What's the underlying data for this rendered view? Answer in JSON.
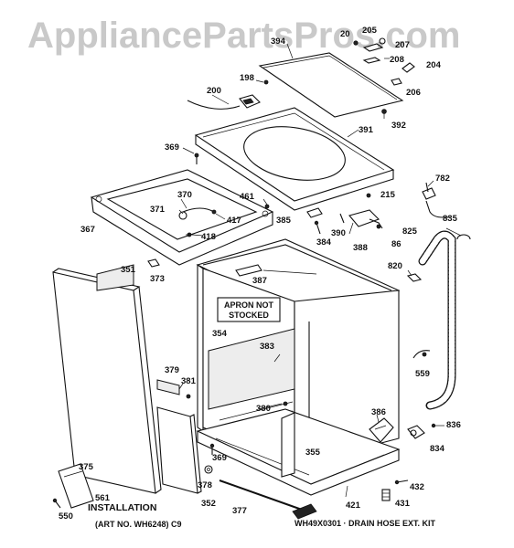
{
  "watermark": "AppliancePartsPros.com",
  "labels": {
    "l394": "394",
    "l20": "20",
    "l205": "205",
    "l207": "207",
    "l208": "208",
    "l204": "204",
    "l206": "206",
    "l198": "198",
    "l200": "200",
    "l392": "392",
    "l391": "391",
    "l369a": "369",
    "l782": "782",
    "l461": "461",
    "l215": "215",
    "l370": "370",
    "l371": "371",
    "l417": "417",
    "l385": "385",
    "l835": "835",
    "l367": "367",
    "l418": "418",
    "l390": "390",
    "l384": "384",
    "l388": "388",
    "l86": "86",
    "l825": "825",
    "l351": "351",
    "l373": "373",
    "l387": "387",
    "l820": "820",
    "l354": "354",
    "l383": "383",
    "l559": "559",
    "l379": "379",
    "l381": "381",
    "l380": "380",
    "l386": "386",
    "l836": "836",
    "l834": "834",
    "l375": "375",
    "l355": "355",
    "l369b": "369",
    "l378": "378",
    "l432": "432",
    "l561": "561",
    "l352": "352",
    "l377": "377",
    "l421": "421",
    "l431": "431",
    "l550": "550"
  },
  "notes": {
    "apron_line1": "APRON NOT",
    "apron_line2": "STOCKED",
    "installation": "INSTALLATION",
    "art_no": "(ART NO. WH6248) C9",
    "drain_kit": "WH49X0301 · DRAIN HOSE EXT. KIT"
  }
}
